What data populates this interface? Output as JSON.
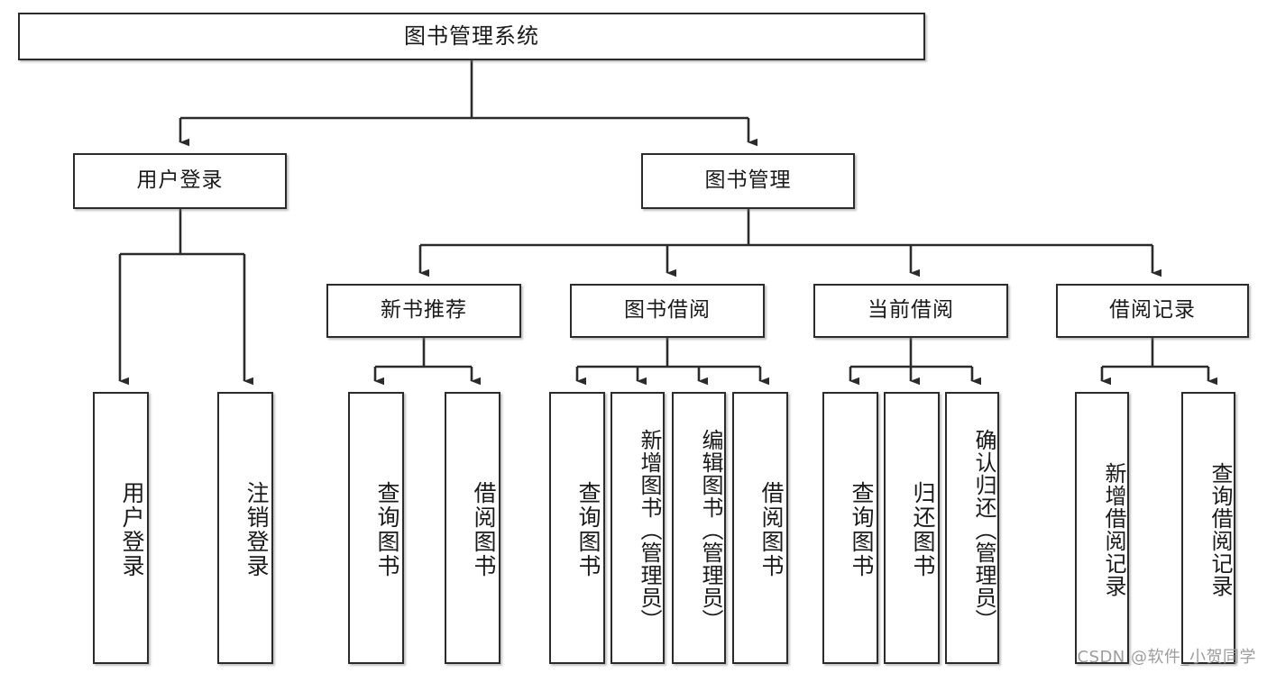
{
  "diagram": {
    "title": "图书管理系统",
    "type": "tree",
    "watermark": "CSDN @软件_小贺同学",
    "colors": {
      "stroke": "#2b2b2b",
      "fill": "#ffffff",
      "text": "#1a1a1a",
      "watermark": "#9d9d9d"
    }
  },
  "nodes": {
    "root": {
      "label": "图书管理系统"
    },
    "level2": [
      {
        "id": "user-login",
        "label": "用户登录"
      },
      {
        "id": "book-manage",
        "label": "图书管理"
      }
    ],
    "level3": [
      {
        "id": "new-book-recommend",
        "label": "新书推荐"
      },
      {
        "id": "book-borrow",
        "label": "图书借阅"
      },
      {
        "id": "current-borrow",
        "label": "当前借阅"
      },
      {
        "id": "borrow-record",
        "label": "借阅记录"
      }
    ],
    "leaves": {
      "user_login": [
        {
          "id": "leaf-user-login",
          "label": "用户登录"
        },
        {
          "id": "leaf-user-logout",
          "label": "注销登录"
        }
      ],
      "new_book_recommend": [
        {
          "id": "leaf-query-book-1",
          "label": "查询图书"
        },
        {
          "id": "leaf-borrow-book-1",
          "label": "借阅图书"
        }
      ],
      "book_borrow": [
        {
          "id": "leaf-query-book-2",
          "label": "查询图书"
        },
        {
          "id": "leaf-add-book",
          "label": "新增图书（管理员）"
        },
        {
          "id": "leaf-edit-book",
          "label": "编辑图书（管理员）"
        },
        {
          "id": "leaf-borrow-book-2",
          "label": "借阅图书"
        }
      ],
      "current_borrow": [
        {
          "id": "leaf-query-book-3",
          "label": "查询图书"
        },
        {
          "id": "leaf-return-book",
          "label": "归还图书"
        },
        {
          "id": "leaf-confirm-return",
          "label": "确认归还（管理员）"
        }
      ],
      "borrow_record": [
        {
          "id": "leaf-add-record",
          "label": "新增借阅记录"
        },
        {
          "id": "leaf-query-record",
          "label": "查询借阅记录"
        }
      ]
    }
  }
}
